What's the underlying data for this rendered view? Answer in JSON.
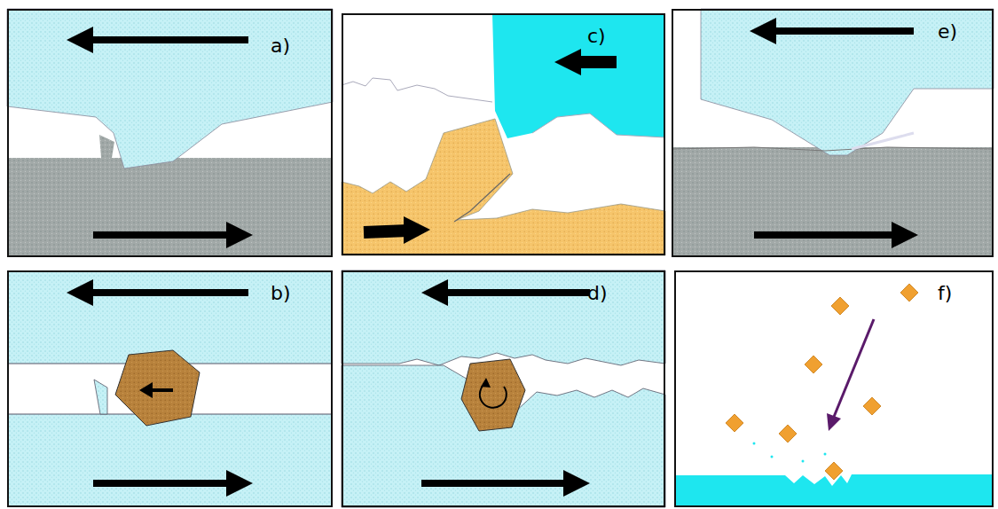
{
  "diagram": {
    "nodes": [
      {
        "text": [
          "a)"
        ]
      },
      {
        "text": [
          "c)"
        ]
      },
      {
        "text": [
          "e)"
        ]
      },
      {
        "text": [
          "b)"
        ]
      },
      {
        "text": [
          "d)"
        ]
      },
      {
        "text": [
          "f)"
        ]
      }
    ]
  }
}
